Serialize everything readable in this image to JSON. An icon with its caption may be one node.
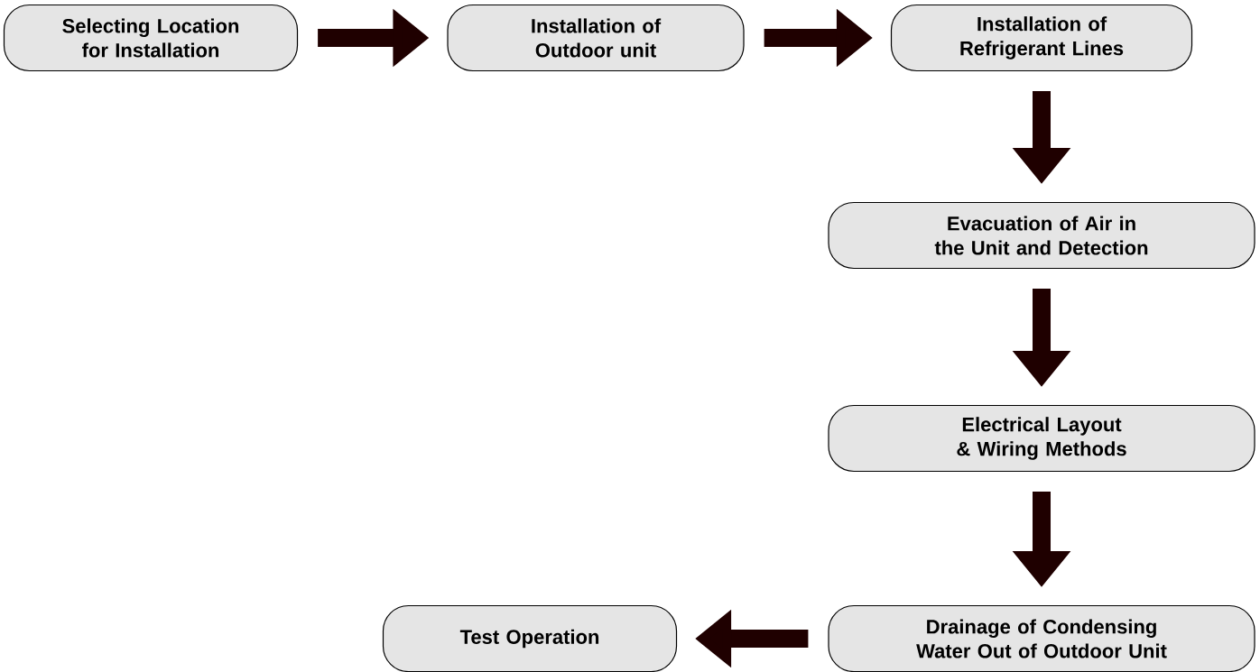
{
  "diagram": {
    "nodes": [
      {
        "text": [
          "Selecting Location for Installation"
        ]
      },
      {
        "text": [
          "Installation of Outdoor unit"
        ]
      },
      {
        "text": [
          "Installation of Refrigerant Lines"
        ]
      },
      {
        "text": [
          "Evacuation of Air in the Unit and Detection"
        ]
      },
      {
        "text": [
          "Electrical Layout & Wiring Methods"
        ]
      },
      {
        "text": [
          "Drainage of Condensing Water Out of Outdoor Unit"
        ]
      },
      {
        "text": [
          "Test Operation"
        ]
      }
    ],
    "edges": [
      {
        "from": 0,
        "to": 1,
        "arrow": "to"
      },
      {
        "from": 1,
        "to": 2,
        "arrow": "to"
      },
      {
        "from": 2,
        "to": 3,
        "arrow": "to"
      },
      {
        "from": 3,
        "to": 4,
        "arrow": "to"
      },
      {
        "from": 4,
        "to": 5,
        "arrow": "to"
      },
      {
        "from": 5,
        "to": 6,
        "arrow": "to"
      }
    ]
  }
}
